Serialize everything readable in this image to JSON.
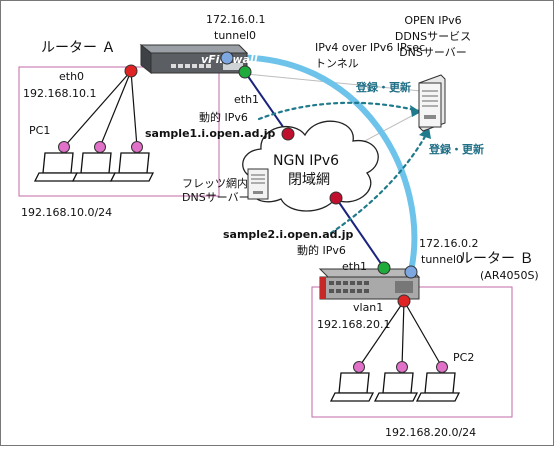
{
  "routerA": {
    "title": "ルーター Ａ",
    "brand": "vFirewall",
    "eth0_label": "eth0",
    "lan_ip": "192.168.10.1",
    "tunnel_ip": "172.16.0.1",
    "tunnel_label": "tunnel0",
    "eth1_label": "eth1",
    "ipv6_label": "動的 IPv6",
    "hostname": "sample1.i.open.ad.jp",
    "pc_label": "PC1",
    "subnet": "192.168.10.0/24"
  },
  "routerB": {
    "title": "ルーター Ｂ",
    "model": "(AR4050S)",
    "tunnel_ip": "172.16.0.2",
    "tunnel_label": "tunnel0",
    "eth1_label": "eth1",
    "ipv6_label": "動的 IPv6",
    "hostname": "sample2.i.open.ad.jp",
    "vlan_label": "vlan1",
    "lan_ip": "192.168.20.1",
    "pc_label": "PC2",
    "subnet": "192.168.20.0/24"
  },
  "tunnel": {
    "line1": "IPv4 over IPv6 IPsec",
    "line2": "トンネル"
  },
  "server": {
    "line1": "OPEN IPv6",
    "line2": "DDNSサービス",
    "line3": "DNSサーバー"
  },
  "registration": {
    "top": "登録・更新",
    "bottom": "登録・更新"
  },
  "ngn": {
    "line1": "NGN IPv6",
    "line2": "閉域網"
  },
  "flets_dns": {
    "line1": "フレッツ網内",
    "line2": "DNSサーバー"
  },
  "colors": {
    "tunnel": "#6ec3ea",
    "wan_link": "#1a237e",
    "dotted": "#1f7a8c",
    "lan_box": "#c06aa6",
    "eth0_node": "#e02424",
    "eth1_node": "#1faa3c",
    "tunnel_node": "#7da7e0",
    "ngn_node": "#c0102e",
    "pc_node": "#e070c8"
  }
}
